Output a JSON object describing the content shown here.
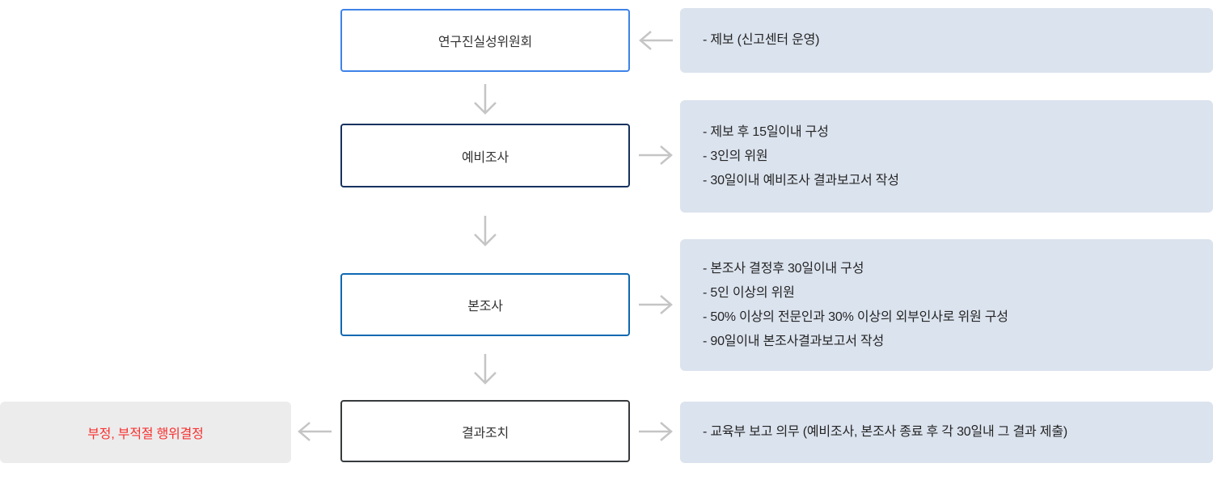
{
  "diagram": {
    "title_implicit": "연구진실성위원회 조사 절차 흐름도",
    "nodes": [
      {
        "id": "committee",
        "label": "연구진실성위원회",
        "border_color": "#3e83e8"
      },
      {
        "id": "preliminary",
        "label": "예비조사",
        "border_color": "#16325f"
      },
      {
        "id": "main",
        "label": "본조사",
        "border_color": "#0f68b2"
      },
      {
        "id": "result-action",
        "label": "결과조치",
        "border_color": "#363a3d"
      }
    ],
    "panels": [
      {
        "for": "committee",
        "lines": [
          "- 제보 (신고센터 운영)"
        ]
      },
      {
        "for": "preliminary",
        "lines": [
          "- 제보 후 15일이내 구성",
          "- 3인의 위원",
          "- 30일이내 예비조사 결과보고서 작성"
        ]
      },
      {
        "for": "main",
        "lines": [
          "- 본조사 결정후 30일이내 구성",
          "- 5인 이상의 위원",
          "- 50% 이상의 전문인과 30% 이상의 외부인사로 위원 구성",
          "- 90일이내 본조사결과보고서 작성"
        ]
      },
      {
        "for": "result-action",
        "lines": [
          "- 교육부 보고 의무 (예비조사, 본조사 종료 후 각 30일내 그 결과 제출)"
        ]
      }
    ],
    "decision_box": {
      "label": "부정, 부적절 행위결정",
      "text_color": "#f92f2f",
      "background": "#ececec"
    },
    "colors": {
      "panel_background": "#dbe3ee",
      "arrow": "#c5c5c5",
      "node_text": "#333333",
      "panel_text": "#252525",
      "page_background": "#ffffff"
    }
  }
}
